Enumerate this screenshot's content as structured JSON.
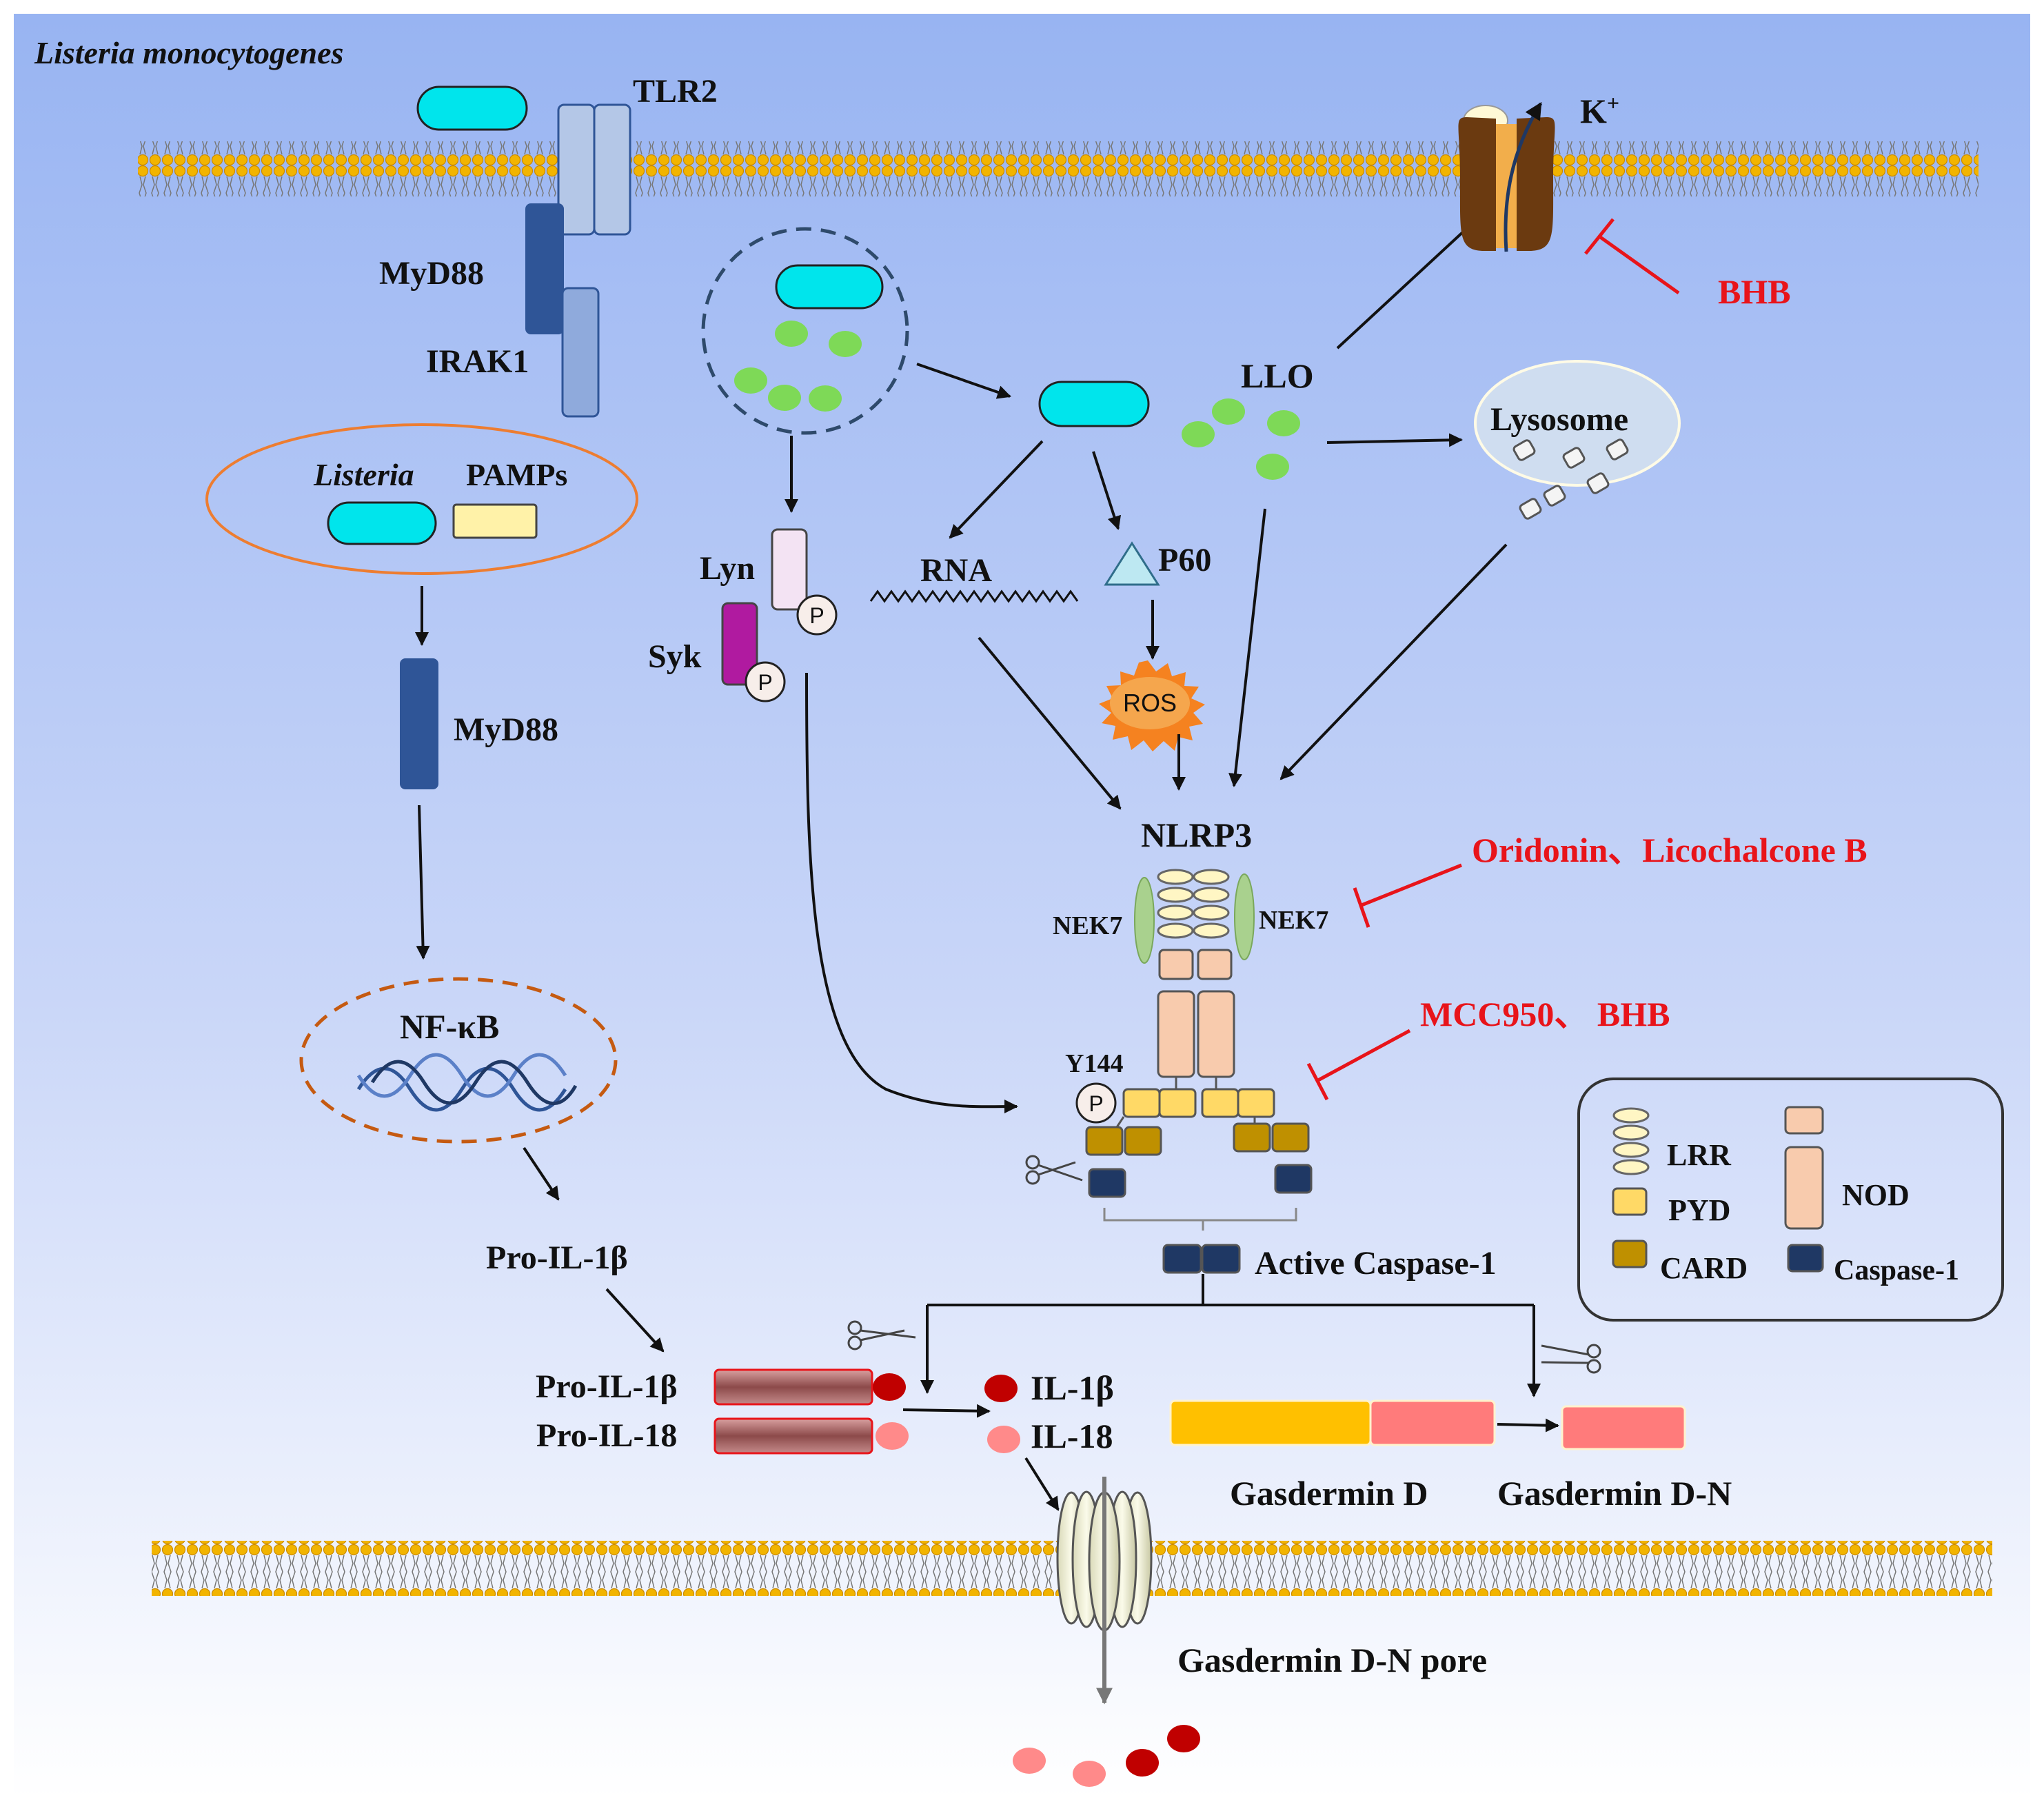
{
  "labels": {
    "organism": "Listeria monocytogenes",
    "tlr2": "TLR2",
    "myd88_top": "MyD88",
    "irak1": "IRAK1",
    "listeria": "Listeria",
    "pamps": "PAMPs",
    "myd88_mid": "MyD88",
    "nfkb": "NF-κB",
    "pro_il1b_top": "Pro-IL-1β",
    "pro_il1b": "Pro-IL-1β",
    "pro_il18": "Pro-IL-18",
    "k_plus": "K",
    "k_plus_sup": "+",
    "bhb_top": "BHB",
    "llo": "LLO",
    "lysosome": "Lysosome",
    "lyn": "Lyn",
    "syk": "Syk",
    "phospho_p": "P",
    "rna": "RNA",
    "p60": "P60",
    "ros": "ROS",
    "nlrp3": "NLRP3",
    "nek7_left": "NEK7",
    "nek7_right": "NEK7",
    "inhibitor_oridonin": "Oridonin、Licochalcone B",
    "inhibitor_mcc950": "MCC950、 BHB",
    "y144": "Y144",
    "active_caspase": "Active Caspase-1",
    "il1b": "IL-1β",
    "il18": "IL-18",
    "gasdermin_d": "Gasdermin D",
    "gasdermin_dn": "Gasdermin D-N",
    "gasdermin_pore": "Gasdermin D-N pore"
  },
  "legend": {
    "items": [
      {
        "key": "lrr",
        "label": "LRR"
      },
      {
        "key": "pyd",
        "label": "PYD"
      },
      {
        "key": "card",
        "label": "CARD"
      },
      {
        "key": "nod",
        "label": "NOD"
      },
      {
        "key": "caspase",
        "label": "Caspase-1"
      }
    ]
  },
  "colors": {
    "background_top": "#98b4f2",
    "background_bottom": "#ffffff",
    "bacterium": "#00e5ec",
    "membrane_head": "#f2b400",
    "myd88": "#2f5597",
    "tlr2": "#b4c7e7",
    "irak1": "#8faadc",
    "llo": "#7ed957",
    "inhibitor": "#e8141a",
    "pyd": "#ffd966",
    "card": "#bf9000",
    "caspase": "#1f3864",
    "nod": "#f8cbad",
    "syk": "#b01aa0",
    "lyn": "#f3e3f3",
    "ros": "#f58220",
    "pro_cytokine_bar": "#a05a5a",
    "il1b": "#c00000",
    "il18": "#ff8a8a",
    "gasdermin_yellow": "#ffc000",
    "gasdermin_pink": "#ff7b7b"
  }
}
